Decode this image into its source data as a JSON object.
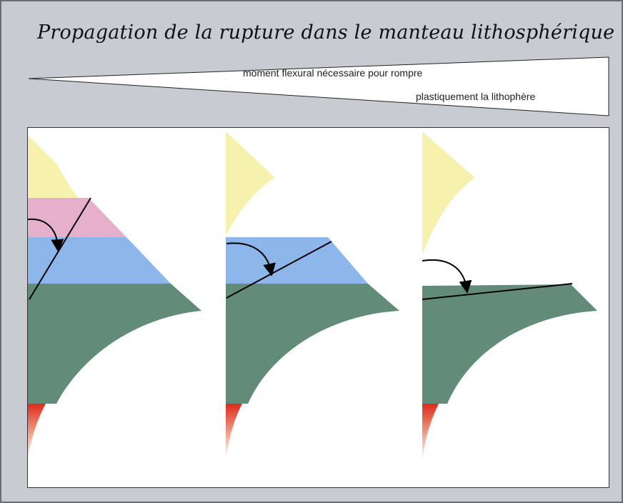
{
  "figure": {
    "title": "Propagation de la rupture dans le manteau lithosphérique",
    "wedge": {
      "label_line1": "moment flexural nécessaire pour rompre",
      "label_line2": "plastiquement la lithophère"
    }
  },
  "colors": {
    "background": "#c9cbd3",
    "yellow_layer": "#f6f1ad",
    "pink_layer": "#e6b0cd",
    "blue_layer": "#8db6ea",
    "green_layer": "#638c78",
    "red_gradient_top": "#dd2b1a",
    "rupture_line": "#000000"
  }
}
